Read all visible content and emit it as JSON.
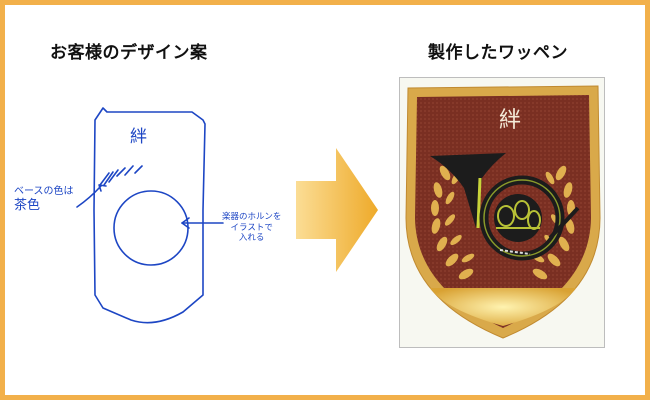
{
  "left_panel": {
    "title": "お客様のデザイン案",
    "sketch_kanji": "絆",
    "note_base_color": "ベースの色は\n茶色",
    "note_base_color_line1": "ベースの色は",
    "note_base_color_line2": "茶色",
    "note_horn_line1": "楽器のホルンを",
    "note_horn_line2": "イラストで",
    "note_horn_line3": "入れる"
  },
  "right_panel": {
    "title": "製作したワッペン",
    "patch_kanji": "絆"
  },
  "colors": {
    "frame": "#f2b04a",
    "sketch_ink": "#1d46c4",
    "arrow_gold": "#f0b43c",
    "patch_brown": "#7a2f22",
    "patch_gold": "#d9a94a"
  }
}
